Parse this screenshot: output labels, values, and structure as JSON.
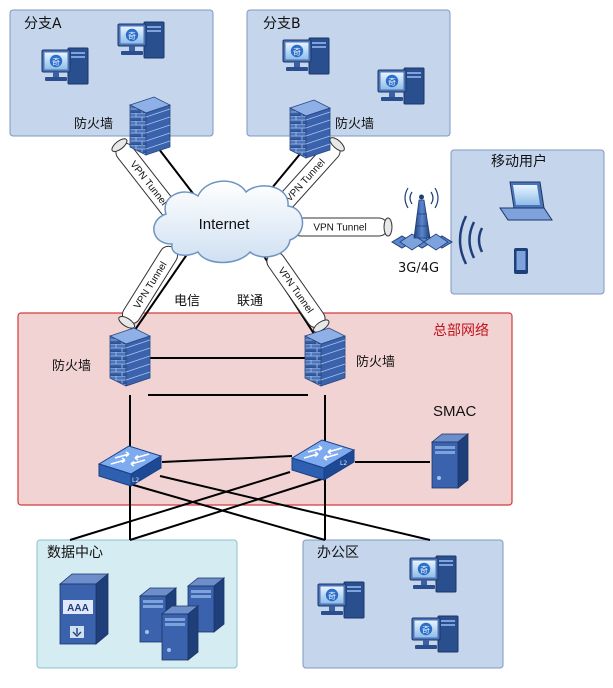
{
  "zones": {
    "branch_a": "分支A",
    "branch_b": "分支B",
    "mobile_users": "移动用户",
    "hq_network": "总部网络",
    "data_center": "数据中心",
    "office_area": "办公区"
  },
  "labels": {
    "internet": "Internet",
    "firewall": "防火墙",
    "vpn_tunnel": "VPN Tunnel",
    "isp_telecom": "电信",
    "isp_unicom": "联通",
    "cellular": "3G/4G",
    "smac": "SMAC",
    "aaa": "AAA",
    "switch_tag": "L2",
    "pc_logo": "奇"
  },
  "colors": {
    "branch_fill": "#c5d5ec",
    "hq_fill": "#f2d3d3",
    "hq_border": "#d33a3a",
    "datacenter_fill": "#d5ecf2",
    "link": "#000000"
  }
}
